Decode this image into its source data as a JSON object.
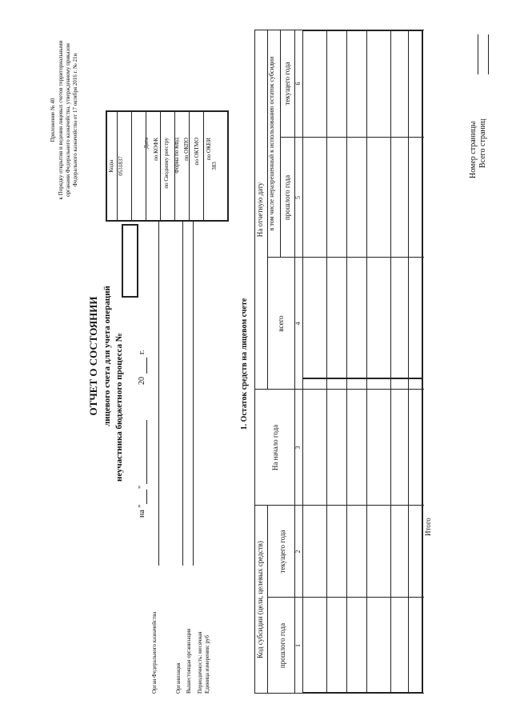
{
  "appendix": {
    "line1": "Приложение № 40",
    "line2": "к Порядку открытия и ведения лицевых счетов территориальными",
    "line3": "органами Федерального казначейства, утвержденному приказом",
    "line4": "Федерального казначейства от 17 октября 2016 г. № 21н"
  },
  "title": {
    "line1": "ОТЧЕТ О СОСТОЯНИИ",
    "line2": "лицевого счета для учета операций",
    "line3": "неучастника бюджетного процесса №",
    "date_prefix": "на \"",
    "date_quote": "\"",
    "date_year": "20",
    "date_suffix": "г."
  },
  "codes": {
    "header": "Коды",
    "rows": [
      {
        "label": "Форма по КФД",
        "value": "0531837"
      },
      {
        "label": "Дата",
        "value": ""
      },
      {
        "label": "по КОФК",
        "value": ""
      },
      {
        "label": "по Сводному реестру",
        "value": ""
      },
      {
        "label": "по ОКПО",
        "value": ""
      },
      {
        "label": "по ОКТМО",
        "value": ""
      },
      {
        "label": "по ОКЕИ",
        "value": "383"
      }
    ]
  },
  "org_fields": {
    "federal_treasury": "Орган Федерального казначейства",
    "organization": "Организация",
    "parent_org": "Вышестоящая организация",
    "periodicity": "Периодичность: месячная",
    "unit": "Единица измерения: руб"
  },
  "section1": {
    "title": "1. Остаток средств на лицевом счете",
    "col_code_group": "Код субсидии (цели, целевых средств)",
    "col_prev_year": "прошлого года",
    "col_cur_year": "текущего года",
    "col_start_year": "На начало года",
    "col_report_date": "На отчетную дату",
    "col_total": "всего",
    "col_unused": "в том числе неразрешенный к использованию остаток субсидии",
    "col_prev_year2": "прошлого года",
    "col_cur_year2": "текущего года",
    "num1": "1",
    "num2": "2",
    "num3": "3",
    "num4": "4",
    "num5": "5",
    "num6": "6",
    "total_label": "Итого"
  },
  "footer": {
    "page_number": "Номер страницы",
    "total_pages": "Всего страниц"
  }
}
